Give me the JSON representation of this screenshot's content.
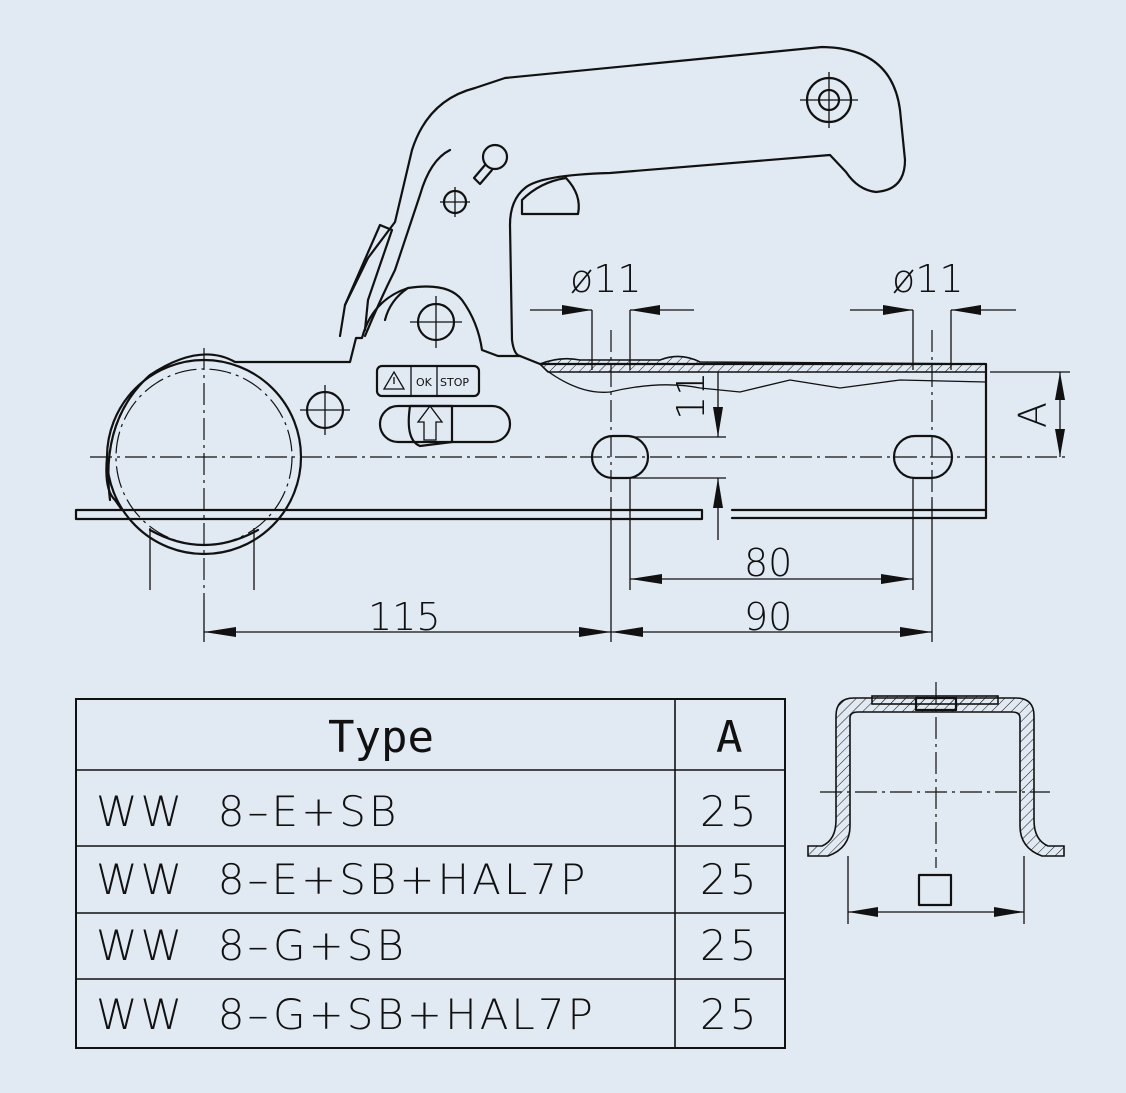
{
  "dimensions": {
    "hole_dia_left": "ø11",
    "hole_dia_right": "ø11",
    "slot_height": "11",
    "height_a": "A",
    "hole_spacing_80": "80",
    "hole_spacing_90": "90",
    "offset_115": "115"
  },
  "indicator": {
    "ok": "OK",
    "stop": "STOP"
  },
  "table": {
    "header_type": "Type",
    "header_a": "A",
    "rows": [
      {
        "type": "WW  8–E+SB",
        "a": "25"
      },
      {
        "type": "WW  8–E+SB+HAL7P",
        "a": "25"
      },
      {
        "type": "WW  8–G+SB",
        "a": "25"
      },
      {
        "type": "WW  8–G+SB+HAL7P",
        "a": "25"
      }
    ]
  },
  "colors": {
    "background": "#e1e9f2",
    "line": "#111111"
  }
}
